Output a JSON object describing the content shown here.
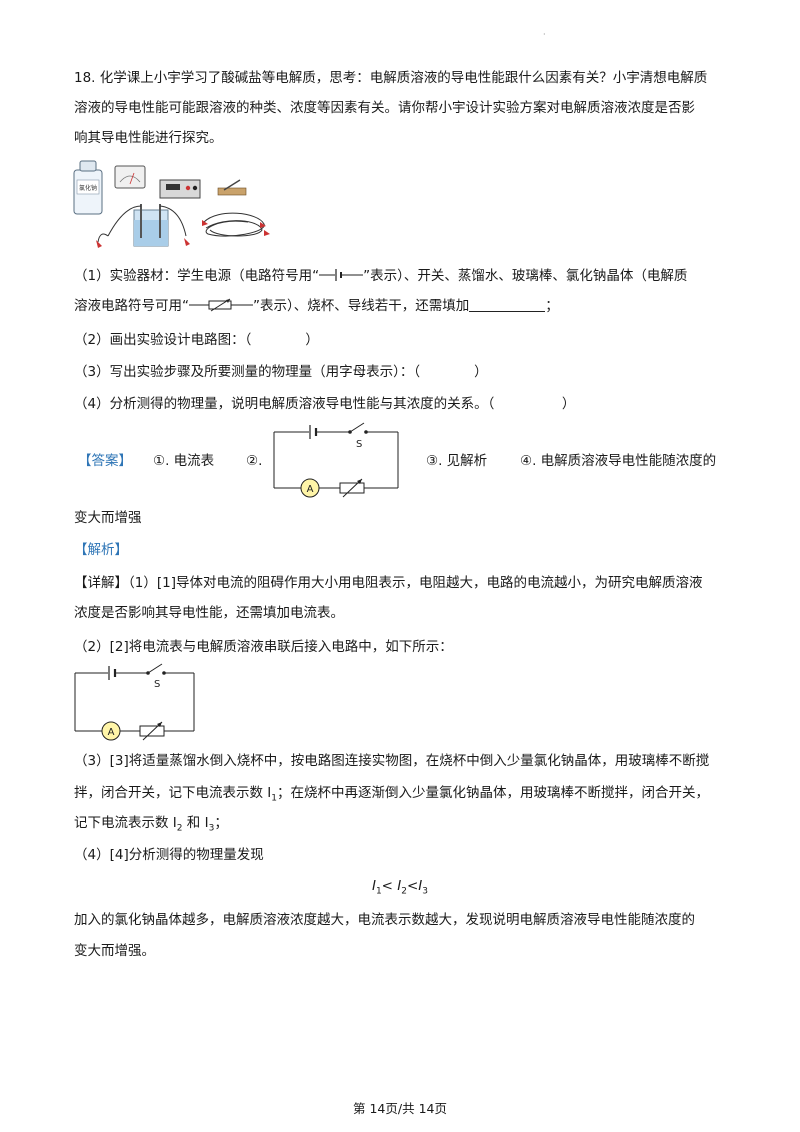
{
  "question": {
    "lines": [
      "18. 化学课上小宇学习了酸碱盐等电解质，思考：电解质溶液的导电性能跟什么因素有关？小宇清想电解质",
      "溶液的导电性能可能跟溶液的种类、浓度等因素有关。请你帮小宇设计实验方案对电解质溶液浓度是否影",
      "响其导电性能进行探究。"
    ],
    "bottle_label": "氯化钠",
    "sub1_a": "（1）实验器材：学生电源（电路符号用“",
    "sub1_b": "”表示）、开关、蒸馏水、玻璃棒、氯化钠晶体（电解质",
    "sub1_c": "溶液电路符号可用“",
    "sub1_d": "”表示）、烧杯、导线若干，还需填加",
    "sub1_e": "；",
    "sub2": "（2）画出实验设计电路图：（　　　　）",
    "sub3": "（3）写出实验步骤及所要测量的物理量（用字母表示）：（　　　　）",
    "sub4": "（4）分析测得的物理量，说明电解质溶液导电性能与其浓度的关系。（　　　　　）"
  },
  "answer": {
    "tag": "【答案】",
    "a1": "①. 电流表",
    "a2": "②.",
    "a3": "③. 见解析",
    "a4": "④. 电解质溶液导电性能随浓度的",
    "a4_cont": "变大而增强",
    "switch_label": "S",
    "ammeter_label": "A"
  },
  "analysis": {
    "tag": "【解析】",
    "detail_tag": "【详解】",
    "p1_a": "（1）[1]导体对电流的阻碍作用大小用电阻表示，电阻越大，电路的电流越小，为研究电解质溶液",
    "p1_b": "浓度是否影响其导电性能，还需填加电流表。",
    "p2": "（2）[2]将电流表与电解质溶液串联后接入电路中，如下所示：",
    "p3_a": "（3）[3]将适量蒸馏水倒入烧杯中，按电路图连接实物图，在烧杯中倒入少量氯化钠晶体，用玻璃棒不断搅",
    "p3_b_pre": "拌，闭合开关，记下电流表示数 I",
    "p3_b_sub": "1",
    "p3_b_post": "；在烧杯中再逐渐倒入少量氯化钠晶体，用玻璃棒不断搅拌，闭合开关，",
    "p3_c_pre": "记下电流表示数 I",
    "p3_c_sub2": "2",
    "p3_c_mid": " 和 I",
    "p3_c_sub3": "3",
    "p3_c_post": "；",
    "p4": "（4）[4]分析测得的物理量发现",
    "formula": {
      "a": "I",
      "s1": "1",
      "b": "< I",
      "s2": "2",
      "c": "<I",
      "s3": "3"
    },
    "p5_a": "加入的氯化钠晶体越多，电解质溶液浓度越大，电流表示数越大，发现说明电解质溶液导电性能随浓度的",
    "p5_b": "变大而增强。"
  },
  "footer": "第 14页/共 14页"
}
